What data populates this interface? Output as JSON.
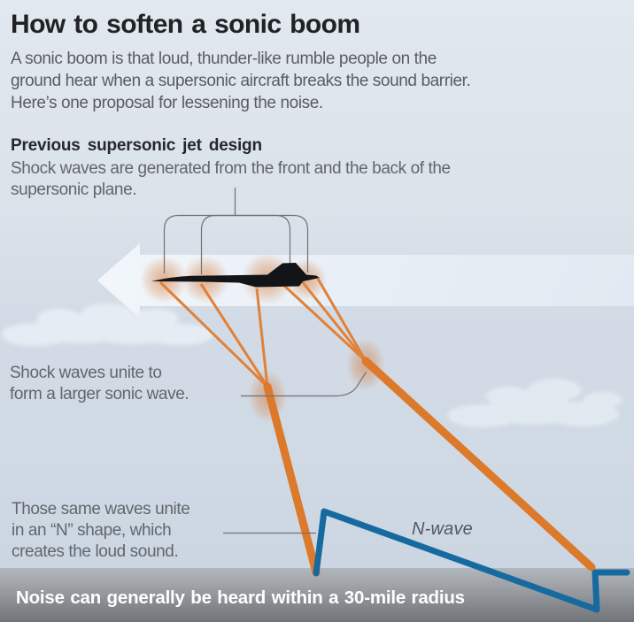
{
  "title": "How to soften a sonic boom",
  "intro": "A sonic boom is that loud, thunder-like rumble people on the\nground hear when a supersonic aircraft breaks the sound barrier.\nHere’s one proposal for lessening the noise.",
  "sections": {
    "previous_design": {
      "heading": "Previous supersonic jet design",
      "body": "Shock waves are generated from the front and the back of the\nsupersonic plane."
    }
  },
  "annotations": {
    "unite": "Shock waves unite to\nform a larger sonic wave.",
    "n_shape": "Those same waves unite\nin an “N” shape, which\ncreates the loud sound.",
    "n_wave_label": "N-wave"
  },
  "footer": {
    "caption": "Noise can generally be heard within a 30-mile radius"
  },
  "diagram": {
    "flight_direction": "left",
    "shock_wave_count_front": 3,
    "shock_wave_count_rear": 3
  },
  "colors": {
    "background_top": "#e2e8ef",
    "background_bottom": "#c9d4e0",
    "shock_wave_orange": "#dc792b",
    "n_wave_blue": "#176a9f",
    "plane_black": "#121417",
    "callout_gray": "#6e7276",
    "ground_band_gray": "#8d9196",
    "arrow_white": "#edf3f9",
    "heading_text": "#202225",
    "body_text": "#63666b",
    "footer_text": "#ffffff"
  }
}
